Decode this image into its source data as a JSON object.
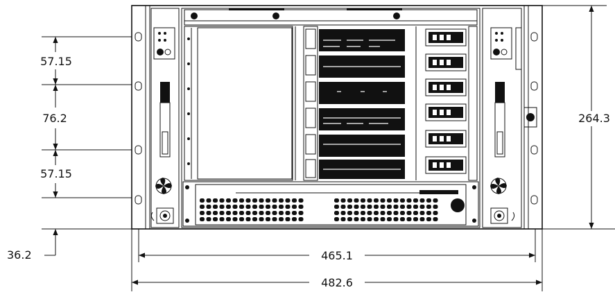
{
  "dimensions": {
    "top_section": "57.15",
    "middle_section": "76.2",
    "lower_section": "57.15",
    "bottom_offset": "36.2",
    "total_height": "264.3",
    "inner_width": "465.1",
    "overall_width": "482.6"
  },
  "colors": {
    "line": "#111111",
    "background": "#ffffff"
  }
}
